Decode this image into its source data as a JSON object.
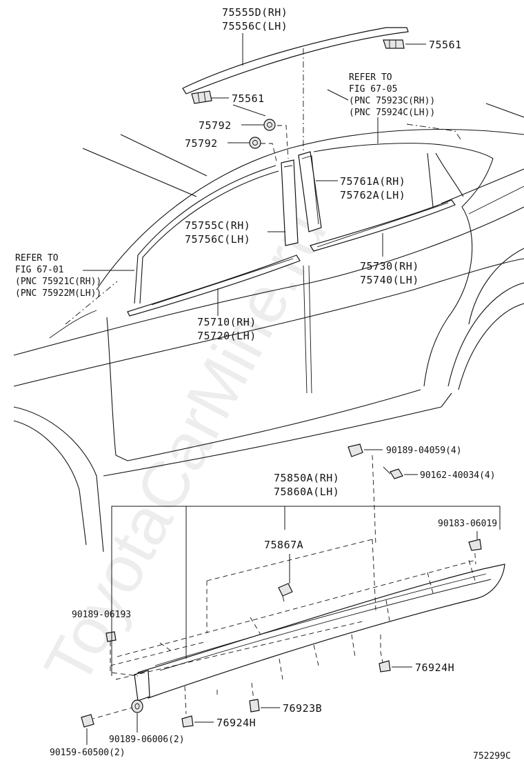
{
  "watermark": "ToyotaCarMine.ru",
  "figure_code": "752299C",
  "labels": {
    "roof_molding": [
      "75555D(RH)",
      "75556C(LH)"
    ],
    "clip_top_right": "75561",
    "clip_top_left": "75561",
    "refer_rear": [
      "REFER TO",
      "FIG 67-05",
      "(PNC 75923C(RH))",
      "(PNC 75924C(LH))"
    ],
    "plug_upper": "75792",
    "plug_lower": "75792",
    "pillar_garnish": [
      "75761A(RH)",
      "75762A(LH)"
    ],
    "front_pillar_molding": [
      "75755C(RH)",
      "75756C(LH)"
    ],
    "refer_front": [
      "REFER TO",
      "FIG 67-01",
      "(PNC 75921C(RH))",
      "(PNC 75922M(LH))"
    ],
    "rear_belt_molding": [
      "75730(RH)",
      "75740(LH)"
    ],
    "front_belt_molding": [
      "75710(RH)",
      "75720(LH)"
    ],
    "nut_top": "90189-04059(4)",
    "screw_top": "90162-40034(4)",
    "rocker_panel": [
      "75850A(RH)",
      "75860A(LH)"
    ],
    "clip_right": "90183-06019",
    "retainer": "75867A",
    "nut_left": "90189-06193",
    "clip_bottom_right": "76924H",
    "clip_bottom_mid": "76923B",
    "clip_bottom_left": "76924H",
    "nut_bottom": "90189-06006(2)",
    "screw_bottom": "90159-60500(2)"
  }
}
